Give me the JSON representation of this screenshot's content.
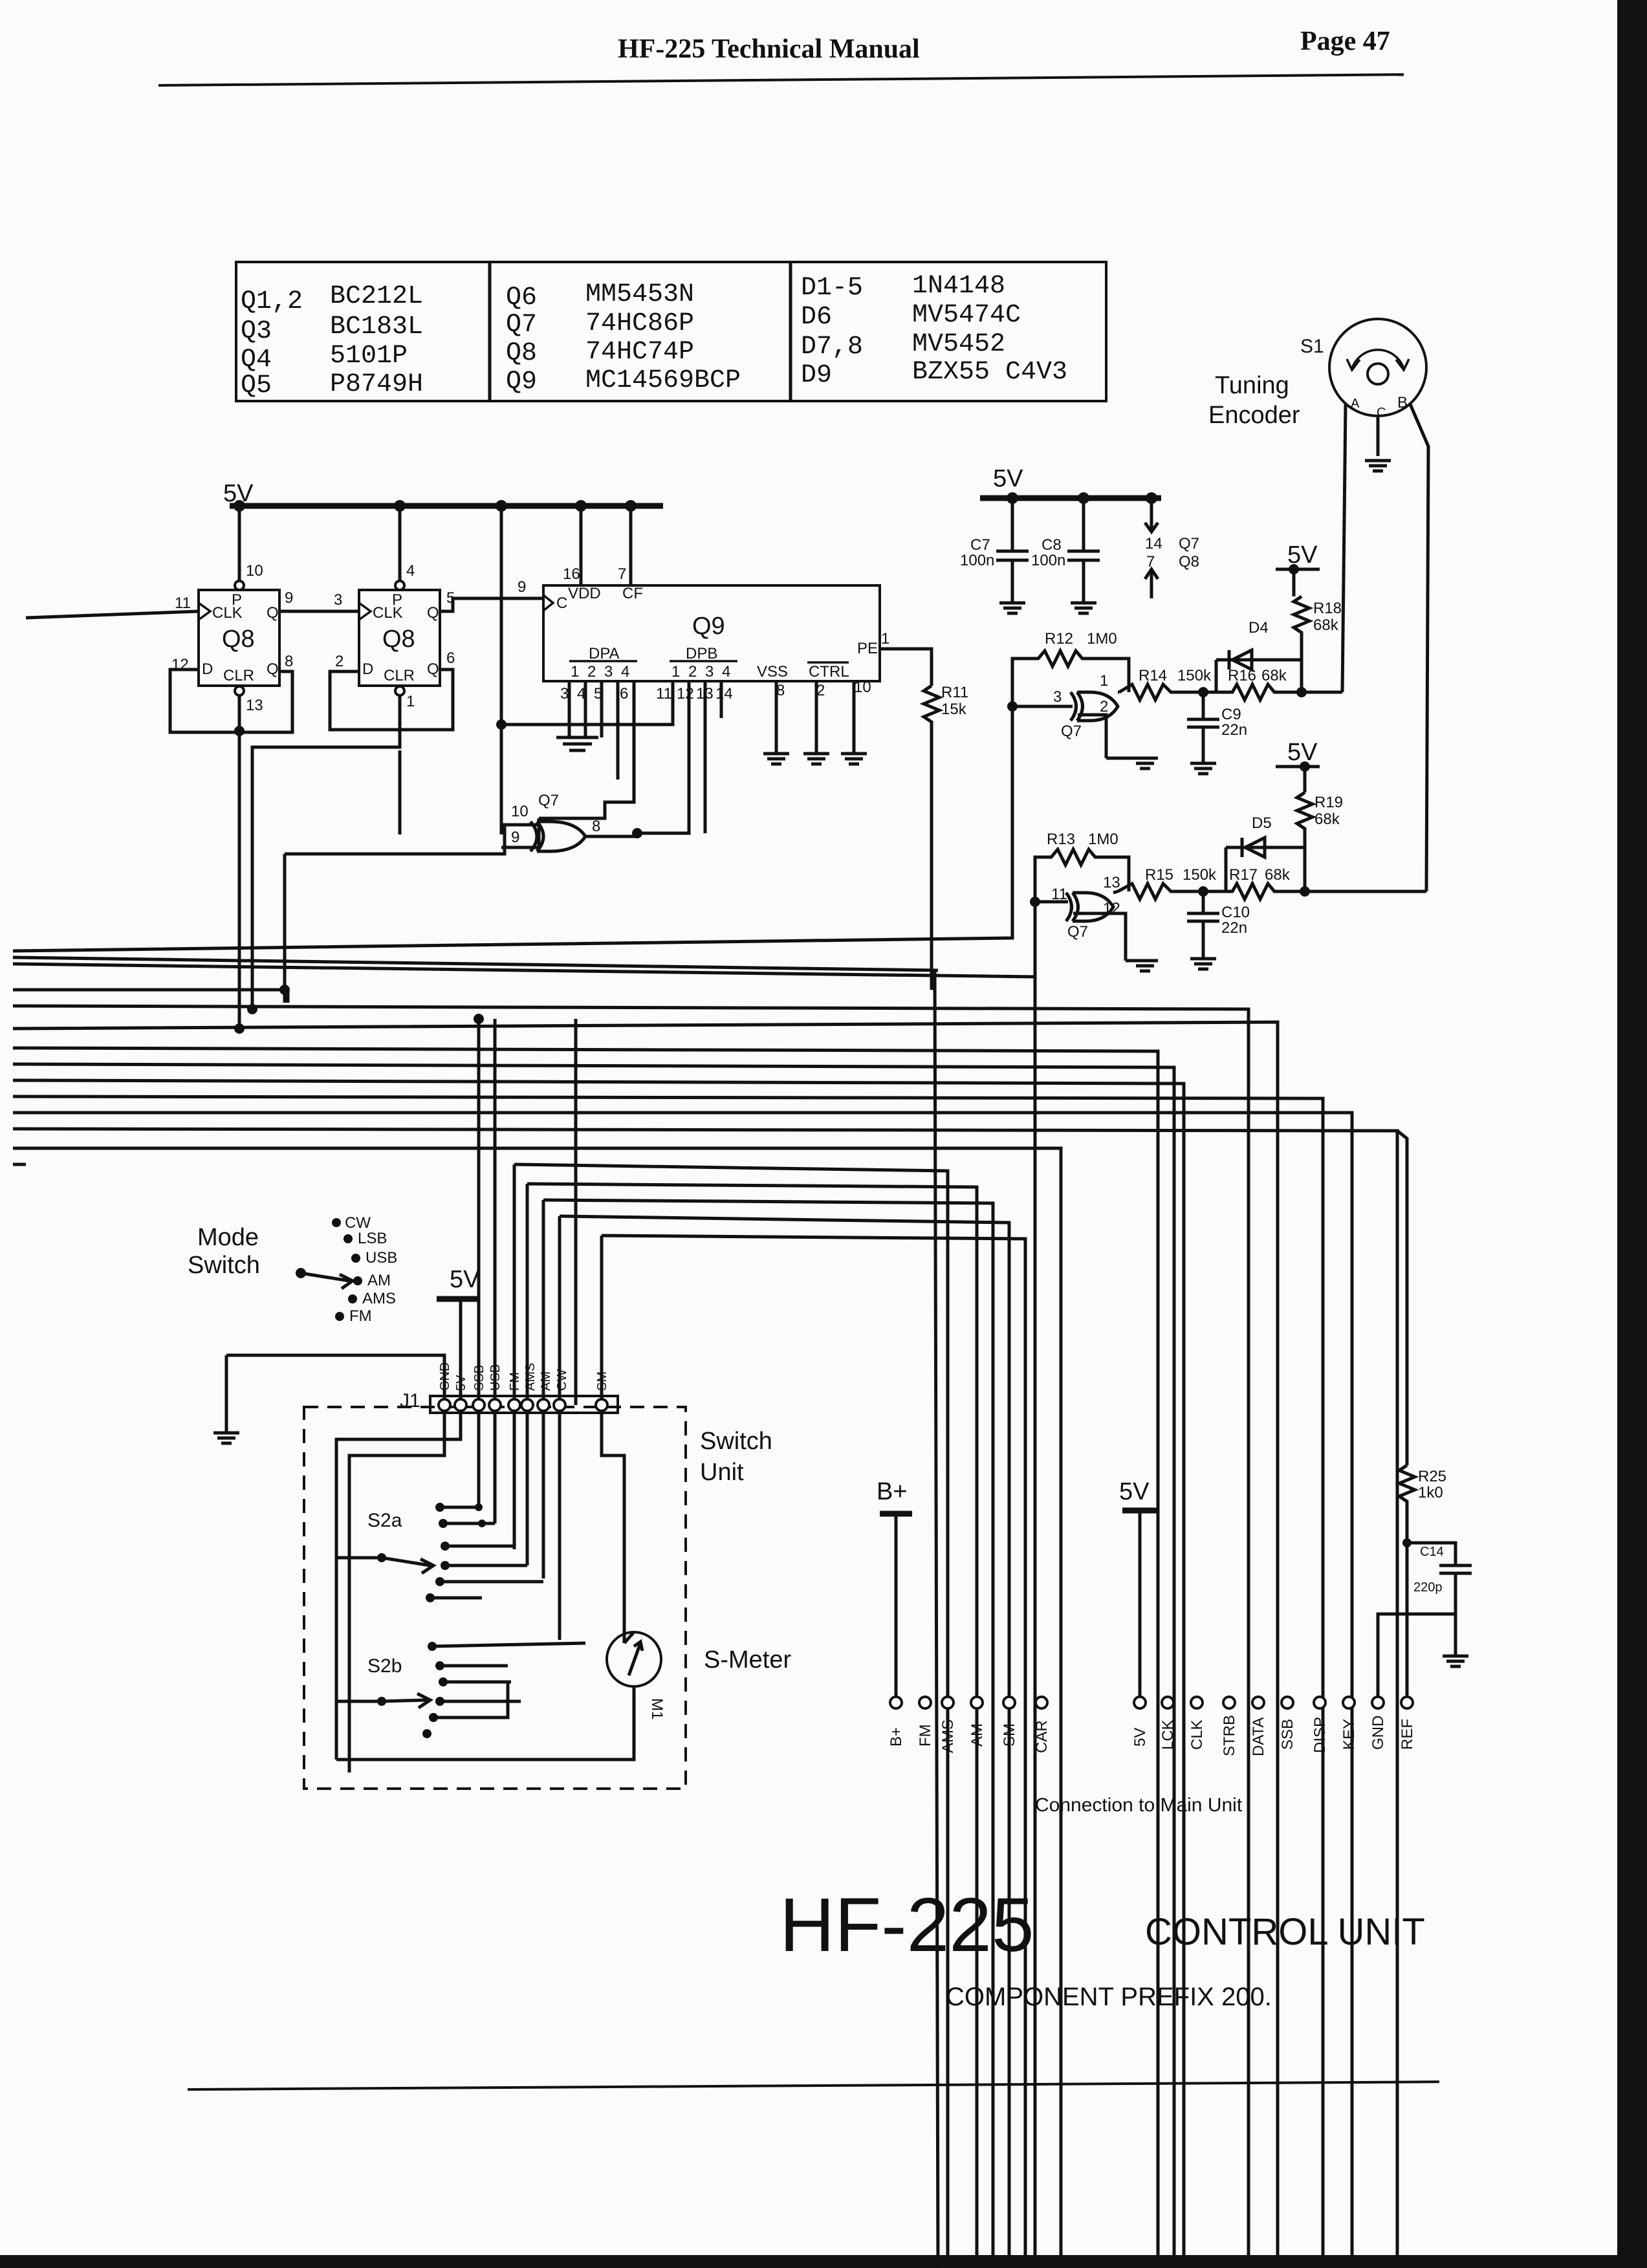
{
  "header": {
    "manual_title": "HF-225 Technical Manual",
    "page_number": "Page 47"
  },
  "parts_table": [
    {
      "ref": "Q1,2",
      "part": "BC212L"
    },
    {
      "ref": "Q3",
      "part": "BC183L"
    },
    {
      "ref": "Q4",
      "part": "5101P"
    },
    {
      "ref": "Q5",
      "part": "P8749H"
    },
    {
      "ref": "Q6",
      "part": "MM5453N"
    },
    {
      "ref": "Q7",
      "part": "74HC86P"
    },
    {
      "ref": "Q8",
      "part": "74HC74P"
    },
    {
      "ref": "Q9",
      "part": "MC14569BCP"
    },
    {
      "ref": "D1-5",
      "part": "1N4148"
    },
    {
      "ref": "D6",
      "part": "MV5474C"
    },
    {
      "ref": "D7,8",
      "part": "MV5452"
    },
    {
      "ref": "D9",
      "part": "BZX55 C4V3"
    }
  ],
  "rails": {
    "v5": "5V",
    "bplus": "B+"
  },
  "encoder": {
    "ref": "S1",
    "label_line1": "Tuning",
    "label_line2": "Encoder",
    "pin_a": "A",
    "pin_b": "B",
    "pin_c": "C"
  },
  "q8": {
    "ref": "Q8",
    "clk": "CLK",
    "clr": "CLR",
    "p": "P",
    "d": "D",
    "q": "Q",
    "u1_pins": {
      "clk": "11",
      "q": "9",
      "qbar": "8",
      "d": "12",
      "clr": "13",
      "p": "10"
    },
    "u2_pins": {
      "clk": "3",
      "q": "5",
      "qbar": "6",
      "d": "2",
      "clr": "1",
      "p": "4"
    }
  },
  "q9": {
    "ref": "Q9",
    "vdd": "VDD",
    "cf": "CF",
    "c": "C",
    "pe": "PE",
    "dpa": "DPA",
    "dpb": "DPB",
    "vss": "VSS",
    "ctrl": "CTRL",
    "pins": {
      "vdd": "16",
      "cf": "7",
      "c": "9",
      "pe": "1",
      "vss": "8",
      "ctrl_a": "2",
      "ctrl_b": "10"
    },
    "dpa_pins": [
      "1",
      "2",
      "3",
      "4"
    ],
    "dpb_pins": [
      "1",
      "2",
      "3",
      "4"
    ],
    "dpa_pkg": [
      "3",
      "4",
      "5",
      "6"
    ],
    "dpb_pkg": [
      "11",
      "12",
      "13",
      "14"
    ]
  },
  "q7_gate_a": {
    "ref": "Q7",
    "pin_in_a": "10",
    "pin_in_b": "9",
    "pin_out": "8"
  },
  "q7_gate_b": {
    "ref": "Q7",
    "pin_in_a": "3",
    "pin_in_b": "2",
    "pin_out": "1"
  },
  "q7_gate_c": {
    "ref": "Q7",
    "pin_in_a": "11",
    "pin_in_b": "12",
    "pin_out": "13"
  },
  "q7_supply": {
    "vdd_pin": "14",
    "gnd_pin": "7",
    "ref_a": "Q7",
    "ref_b": "Q8"
  },
  "components": {
    "c7": {
      "ref": "C7",
      "value": "100n"
    },
    "c8": {
      "ref": "C8",
      "value": "100n"
    },
    "c9": {
      "ref": "C9",
      "value": "22n"
    },
    "c10": {
      "ref": "C10",
      "value": "22n"
    },
    "c14": {
      "ref": "C14",
      "value": "220p"
    },
    "r11": {
      "ref": "R11",
      "value": "15k"
    },
    "r12": {
      "ref": "R12",
      "value": "1M0"
    },
    "r13": {
      "ref": "R13",
      "value": "1M0"
    },
    "r14": {
      "ref": "R14",
      "value": "150k"
    },
    "r15": {
      "ref": "R15",
      "value": "150k"
    },
    "r16": {
      "ref": "R16",
      "value": "68k"
    },
    "r17": {
      "ref": "R17",
      "value": "68k"
    },
    "r18": {
      "ref": "R18",
      "value": "68k"
    },
    "r19": {
      "ref": "R19",
      "value": "68k"
    },
    "r25": {
      "ref": "R25",
      "value": "1k0"
    },
    "d4": {
      "ref": "D4"
    },
    "d5": {
      "ref": "D5"
    }
  },
  "mode_switch": {
    "label_line1": "Mode",
    "label_line2": "Switch",
    "positions": [
      "CW",
      "LSB",
      "USB",
      "AM",
      "AMS",
      "FM"
    ]
  },
  "switch_unit": {
    "label_line1": "Switch",
    "label_line2": "Unit",
    "j1": "J1",
    "j1_pins": [
      "GND",
      "5V",
      "SSB",
      "USB",
      "FM",
      "AMS",
      "AM",
      "CW",
      "SM"
    ],
    "s2a": "S2a",
    "s2b": "S2b",
    "meter_label": "S-Meter",
    "meter_ref": "M1"
  },
  "main_connector": {
    "caption": "Connection to Main Unit",
    "pins_left": [
      "B+",
      "FM",
      "AMS",
      "AM",
      "SM",
      "CAR"
    ],
    "pins_right": [
      "5V",
      "LCK",
      "CLK",
      "STRB",
      "DATA",
      "SSB",
      "DISP",
      "KEY",
      "GND",
      "REF"
    ]
  },
  "title_block": {
    "model": "HF-225",
    "unit": "CONTROL UNIT",
    "prefix_note": "COMPONENT PREFIX 200."
  }
}
